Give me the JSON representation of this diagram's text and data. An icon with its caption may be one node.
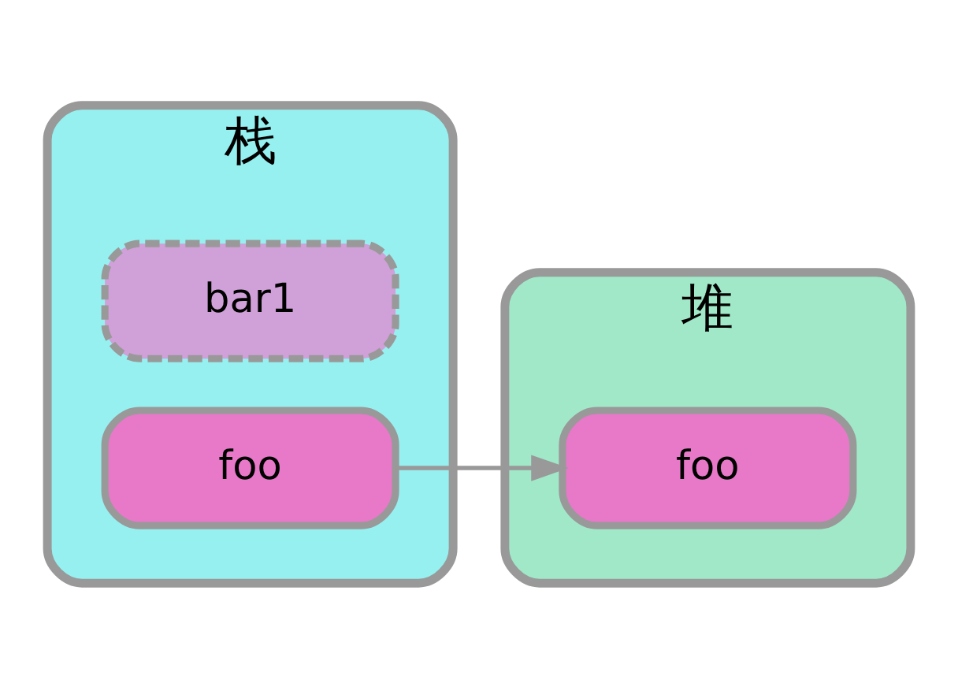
{
  "diagram": {
    "nodes": [
      {
        "text": [
          "栈"
        ]
      },
      {
        "text": [
          "bar1"
        ],
        "in": 0
      },
      {
        "text": [
          "foo"
        ],
        "in": 0
      },
      {
        "text": [
          "堆"
        ]
      },
      {
        "text": [
          "foo"
        ],
        "in": 3
      }
    ],
    "edges": [
      {
        "from": 2,
        "to": 4,
        "arrow": "to"
      }
    ]
  }
}
